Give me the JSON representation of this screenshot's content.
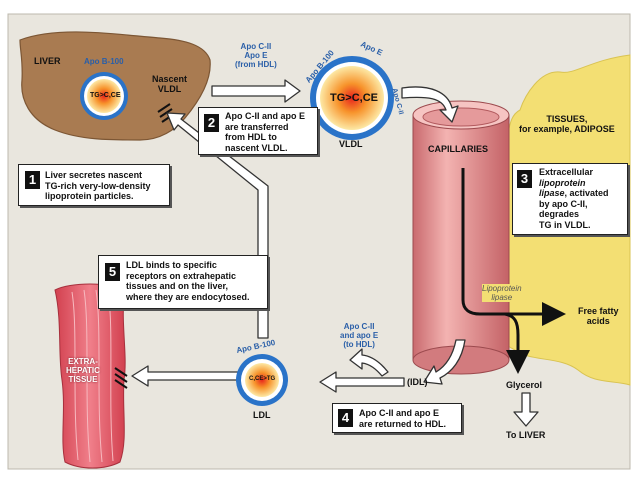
{
  "labels": {
    "liver": "LIVER",
    "nascent_vldl": "Nascent\nVLDL",
    "apo_b100_top": "Apo B-100",
    "tg_inner_small": "TG>C,CE",
    "apo_from_hdl": "Apo C-II\nApo E\n(from HDL)",
    "apo_e_ring": "Apo E",
    "apo_b100_vldl": "Apo B-100",
    "apo_cii_ring": "Apo C-II",
    "tg_vldl": "TG>C,CE",
    "vldl": "VLDL",
    "capillaries": "CAPILLARIES",
    "tissues": "TISSUES,\nfor example, ADIPOSE",
    "lipoprotein_lipase": "Lipoprotein\nlipase",
    "free_fatty_acids": "Free fatty\nacids",
    "glycerol": "Glycerol",
    "to_liver": "To LIVER",
    "idl": "(IDL)",
    "apo_to_hdl": "Apo C-II\nand apo E\n(to HDL)",
    "apo_b100_ldl": "Apo B-100",
    "ldl_inner": "C,CE>TG",
    "ldl": "LDL",
    "extrahepatic_tissue": "EXTRA-\nHEPATIC\nTISSUE"
  },
  "steps": [
    {
      "num": "1",
      "text": "Liver secretes nascent\nTG-rich very-low-density\nlipoprotein particles."
    },
    {
      "num": "2",
      "text": "Apo C-II and apo E\nare transferred\nfrom HDL to\nnascent VLDL."
    },
    {
      "num": "3",
      "text": "Extracellular\nlipoprotein\nlipase, activated\nby apo C-II,\ndegrades\nTG in VLDL."
    },
    {
      "num": "4",
      "text": "Apo C-II and apo E\nare returned to HDL."
    },
    {
      "num": "5",
      "text": "LDL binds to specific\nreceptors on extrahepatic\ntissues and on the liver,\nwhere they are endocytosed."
    }
  ],
  "colors": {
    "background": "#e9e6de",
    "liver": "#a97b51",
    "adipose": "#f4e27a",
    "capillary": "#e9a0a0",
    "muscle": "#d9545f",
    "particle_ring": "#2a73c8",
    "particle_core": "#f6a23a"
  }
}
